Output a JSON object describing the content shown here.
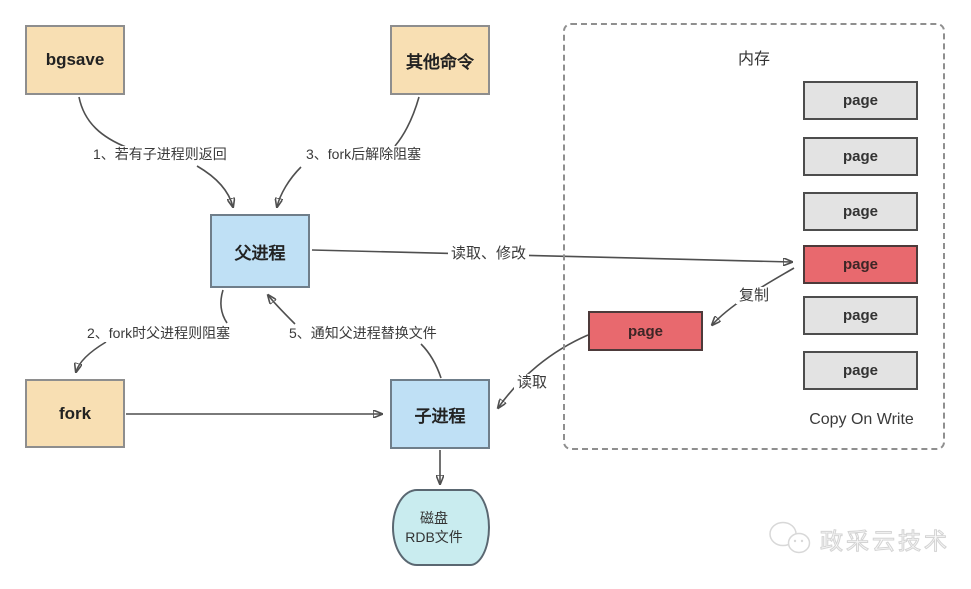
{
  "nodes": {
    "bgsave": {
      "label": "bgsave"
    },
    "other_commands": {
      "label": "其他命令"
    },
    "parent_process": {
      "label": "父进程"
    },
    "fork": {
      "label": "fork"
    },
    "child_process": {
      "label": "子进程"
    },
    "disk": {
      "label_line1": "磁盘",
      "label_line2": "RDB文件"
    }
  },
  "edge_labels": {
    "step1": "1、若有子进程则返回",
    "step2": "2、fork时父进程则阻塞",
    "step3": "3、fork后解除阻塞",
    "step5": "5、通知父进程替换文件",
    "read_modify": "读取、修改",
    "copy": "复制",
    "read": "读取"
  },
  "memory": {
    "title": "内存",
    "pages": [
      {
        "label": "page",
        "state": "normal"
      },
      {
        "label": "page",
        "state": "normal"
      },
      {
        "label": "page",
        "state": "normal"
      },
      {
        "label": "page",
        "state": "modified"
      },
      {
        "label": "page",
        "state": "normal"
      },
      {
        "label": "page",
        "state": "normal"
      }
    ],
    "detached_page_label": "page",
    "caption": "Copy On Write"
  },
  "watermark": "政采云技术",
  "colors": {
    "command_fill": "#F8DFB3",
    "process_fill": "#BFE0F5",
    "page_fill": "#E3E3E3",
    "page_modified_fill": "#E8696E",
    "disk_fill": "#C9ECEF",
    "line": "#4f4f4f"
  }
}
